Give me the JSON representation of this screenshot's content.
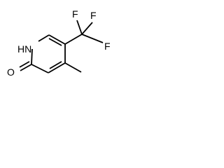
{
  "molecule": {
    "atoms": {
      "nh": "HN",
      "oxygen": "O",
      "f_top": "F",
      "f_right": "F",
      "f_left": "F"
    }
  },
  "colors": {
    "bond": "#000000",
    "text": "#000000",
    "background": "#ffffff"
  }
}
